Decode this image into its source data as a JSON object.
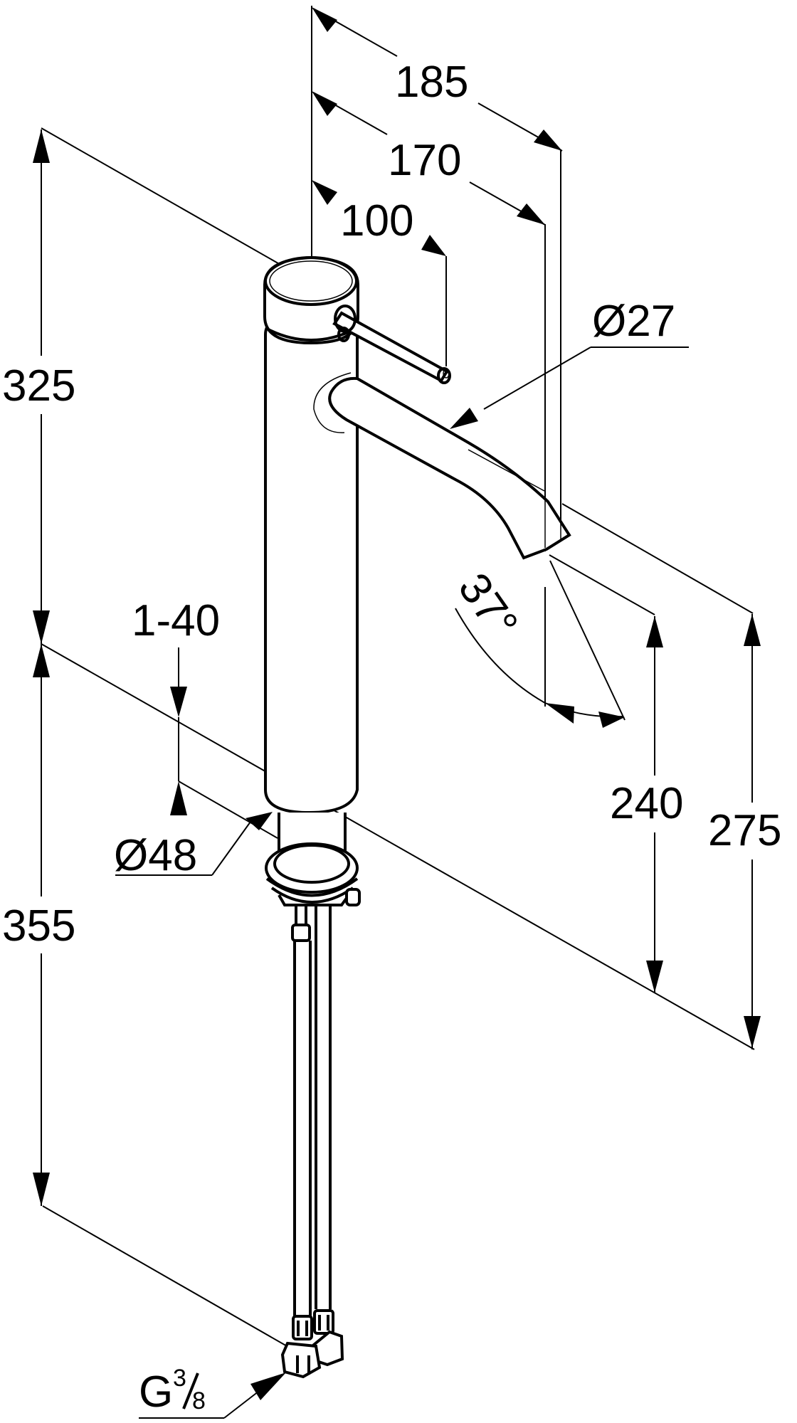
{
  "diagram": {
    "subject": "single-lever basin mixer, tall, dimension drawing",
    "units": "mm",
    "colors": {
      "line": "#000000",
      "background": "#ffffff"
    },
    "dimensions": {
      "spout_reach_total": "185",
      "spout_reach_outlet": "170",
      "lever_reach": "100",
      "spout_diameter": "Ø27",
      "total_height": "325",
      "angle": "37°",
      "outlet_height": "240",
      "spout_top_height": "275",
      "deck_thickness": "1-40",
      "base_diameter": "Ø48",
      "hose_length": "355",
      "connection_thread_prefix": "G",
      "connection_thread_num": "3",
      "connection_thread_den": "8"
    }
  }
}
